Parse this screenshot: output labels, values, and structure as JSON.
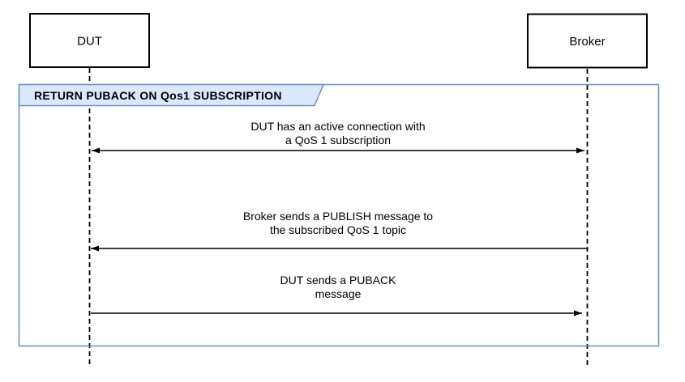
{
  "diagram": {
    "title": "RETURN PUBACK ON Qos1 SUBSCRIPTION",
    "type": "sequence-diagram",
    "actors": [
      {
        "label": "DUT"
      },
      {
        "label": "Broker"
      }
    ],
    "frame": {
      "label": "RETURN PUBACK ON Qos1 SUBSCRIPTION"
    },
    "messages": [
      {
        "line1": "DUT has an active connection with",
        "line2": "a QoS 1 subscription",
        "from": "DUT",
        "to": "Broker",
        "direction": "bidirectional"
      },
      {
        "line1": "Broker sends a PUBLISH message to",
        "line2": "the subscribed QoS 1 topic",
        "from": "Broker",
        "to": "DUT",
        "direction": "right-to-left"
      },
      {
        "line1": "DUT sends a PUBACK",
        "line2": "message",
        "from": "DUT",
        "to": "Broker",
        "direction": "left-to-right"
      }
    ],
    "colors": {
      "background": "#ffffff",
      "actor_box_border": "#000000",
      "actor_box_fill": "#ffffff",
      "banner_fill": "#dae8fc",
      "frame_border": "#6c8ebf",
      "line": "#000000",
      "text": "#000000"
    }
  }
}
